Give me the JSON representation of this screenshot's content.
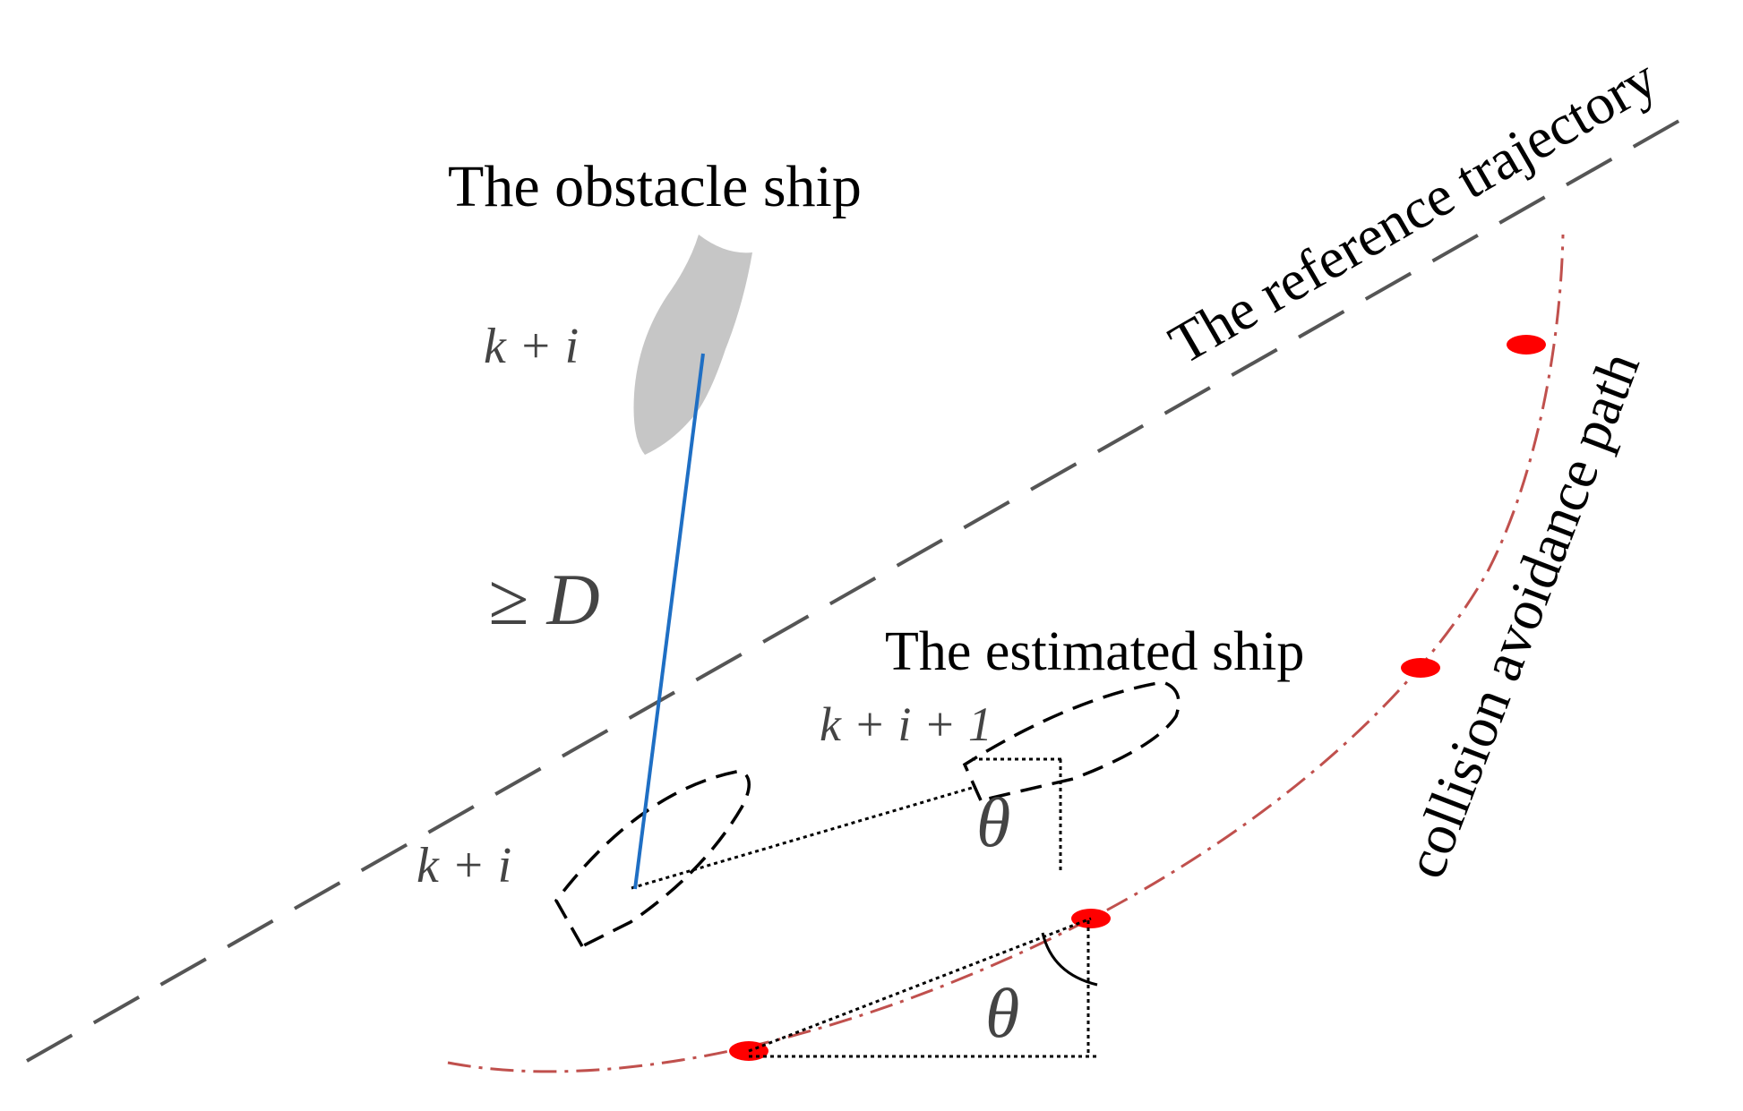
{
  "labels": {
    "obstacle_ship": "The obstacle ship",
    "estimated_ship": "The estimated ship",
    "reference_trajectory": "The reference trajectory",
    "collision_path": "collision avoidance path",
    "obstacle_step": "k + i",
    "estimated_step_current": "k + i",
    "estimated_step_next": "k + i + 1",
    "distance_constraint": "≥ D",
    "theta_upper": "θ",
    "theta_lower": "θ"
  },
  "colors": {
    "reference_line": "#555555",
    "obstacle_ship_fill": "#c6c6c6",
    "distance_line": "#1f6fc4",
    "collision_path": "#c0504d",
    "waypoint": "#ff0000",
    "outline": "#000000"
  }
}
